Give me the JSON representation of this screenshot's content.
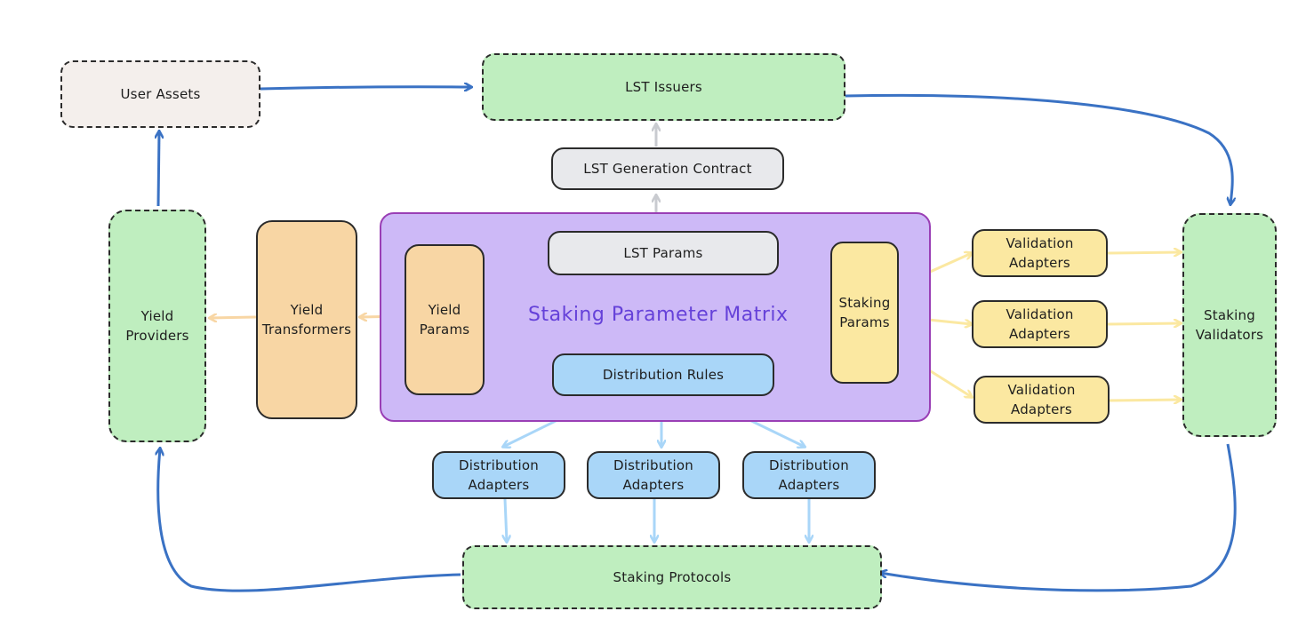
{
  "diagram": {
    "matrix_title": "Staking Parameter Matrix",
    "nodes": {
      "user_assets": "User Assets",
      "lst_issuers": "LST Issuers",
      "lst_generation_contract": "LST Generation Contract",
      "lst_params": "LST Params",
      "yield_providers": "Yield\nProviders",
      "yield_transformers": "Yield\nTransformers",
      "yield_params": "Yield\nParams",
      "distribution_rules": "Distribution Rules",
      "staking_params": "Staking\nParams",
      "validation_adapters_1": "Validation\nAdapters",
      "validation_adapters_2": "Validation\nAdapters",
      "validation_adapters_3": "Validation\nAdapters",
      "staking_validators": "Staking\nValidators",
      "distribution_adapters_1": "Distribution\nAdapters",
      "distribution_adapters_2": "Distribution\nAdapters",
      "distribution_adapters_3": "Distribution\nAdapters",
      "staking_protocols": "Staking Protocols"
    },
    "colors": {
      "primary_flow": "#3a72c4",
      "lst_flow": "#c9cbd0",
      "distribution_flow": "#a9d6f8",
      "yield_flow": "#f8d6a4",
      "validation_flow": "#fbe8a1",
      "matrix_fill": "#cdb9f7",
      "matrix_border": "#9a3fb5",
      "matrix_title": "#6541d9"
    }
  }
}
